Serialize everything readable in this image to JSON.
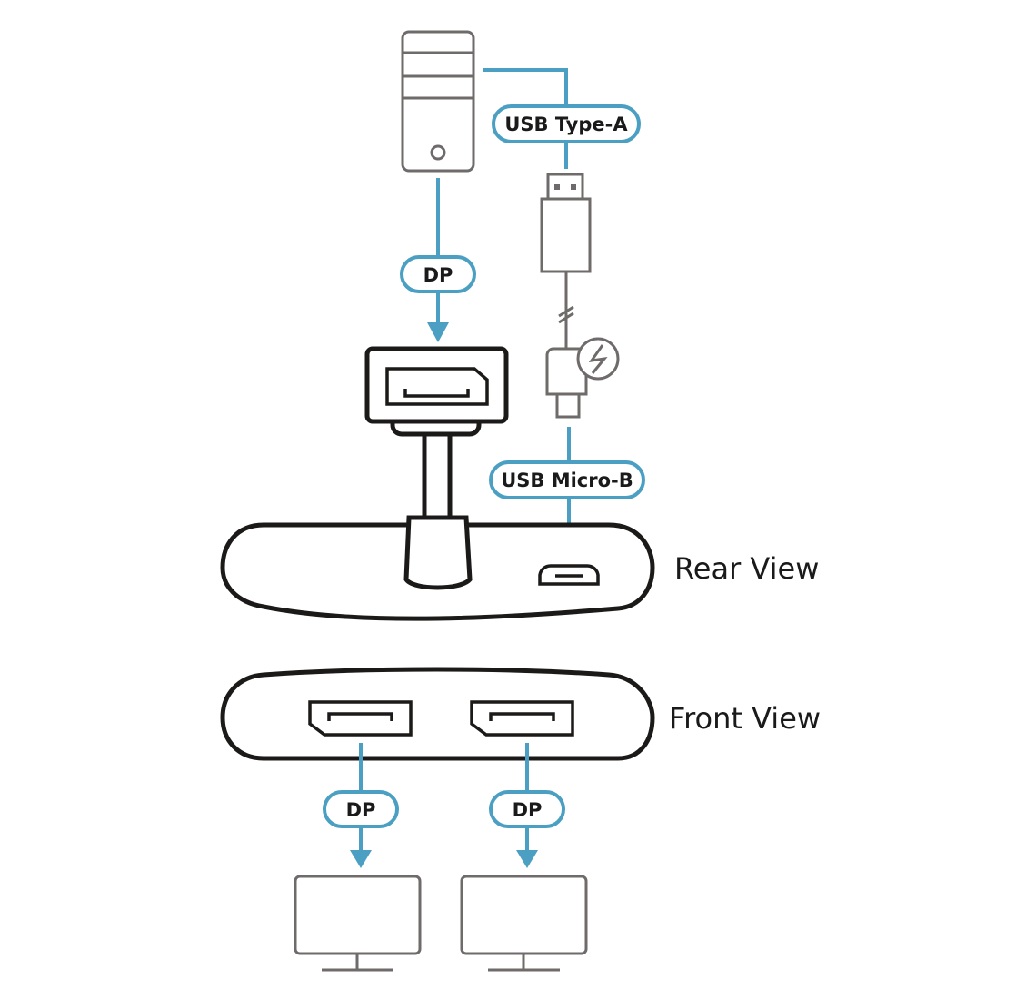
{
  "colors": {
    "cable": "#4a9fc2",
    "device_outline": "#1c1a19",
    "peripheral_outline": "#6e6b6a",
    "background": "#ffffff"
  },
  "labels": {
    "usb_type_a": "USB Type-A",
    "usb_micro_b": "USB Micro-B",
    "dp_source": "DP",
    "dp_out_1": "DP",
    "dp_out_2": "DP",
    "rear_view": "Rear View",
    "front_view": "Front View"
  },
  "icons": {
    "computer": "desktop-tower-icon",
    "usb_plug": "usb-type-a-plug-icon",
    "micro_usb_plug": "micro-usb-plug-icon",
    "power": "lightning-icon",
    "monitor": "monitor-icon",
    "dp_port": "displayport-port-icon"
  }
}
